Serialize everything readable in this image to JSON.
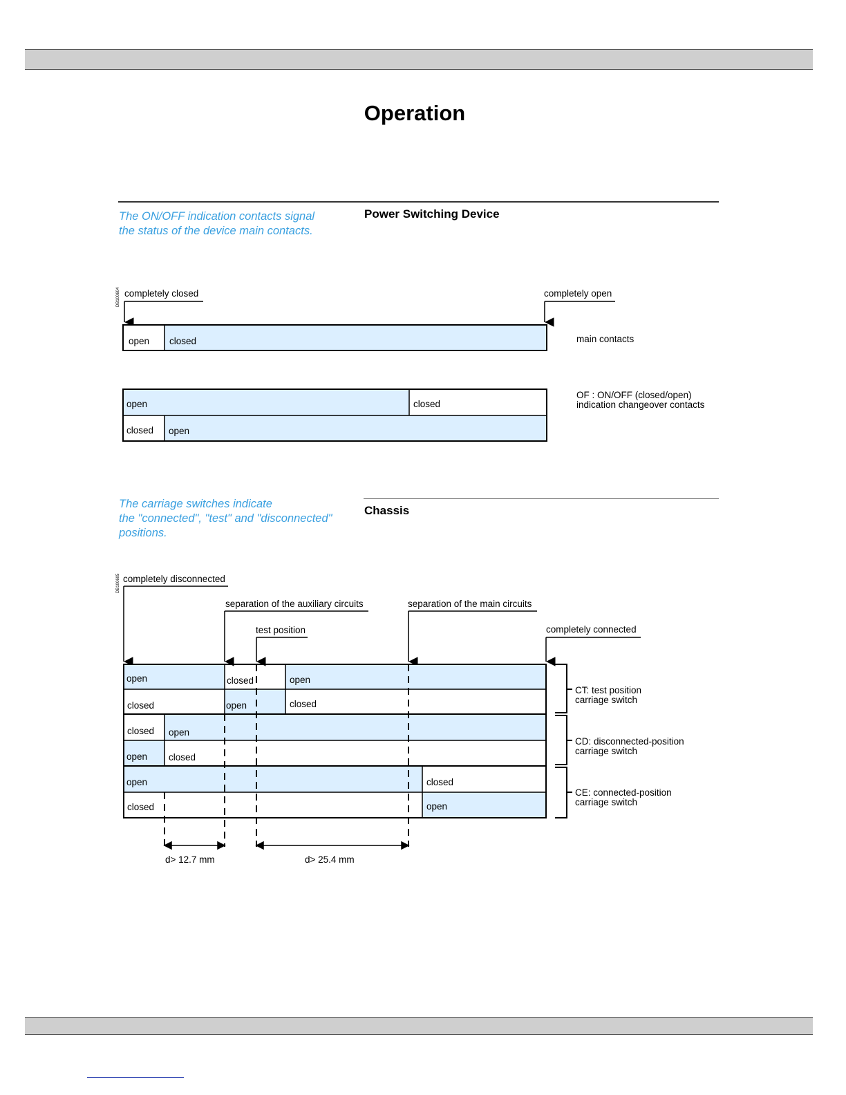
{
  "page": {
    "title": "Operation"
  },
  "power_section": {
    "note_line1": "The ON/OFF indication contacts signal",
    "note_line2": "the status of the device main contacts.",
    "title": "Power Switching Device",
    "fig_code": "DB100604",
    "arrow_left": "completely closed",
    "arrow_right": "completely open",
    "main_contacts": {
      "cell_a": "open",
      "cell_b": "closed",
      "label": "main contacts"
    },
    "of_row1": {
      "cell_a": "open",
      "cell_b": "closed"
    },
    "of_row2": {
      "cell_a": "closed",
      "cell_b": "open"
    },
    "of_label_line1": "OF : ON/OFF (closed/open)",
    "of_label_line2": "indication changeover contacts"
  },
  "chassis_section": {
    "note_line1": "The carriage switches indicate",
    "note_line2": "the \"connected\", \"test\" and \"disconnected\"",
    "note_line3": "positions.",
    "title": "Chassis",
    "fig_code": "DB100605",
    "arrow_disconnected": "completely disconnected",
    "arrow_aux": "separation of the auxiliary circuits",
    "arrow_test": "test position",
    "arrow_main": "separation of the main circuits",
    "arrow_connected": "completely connected",
    "rows": [
      {
        "a": "open",
        "b": "closed",
        "c": "open"
      },
      {
        "a": "closed",
        "b": "open",
        "c": "closed"
      },
      {
        "a": "closed",
        "b": "open"
      },
      {
        "a": "open",
        "b": "closed"
      },
      {
        "a": "open",
        "b": "closed"
      },
      {
        "a": "closed",
        "b": "open"
      }
    ],
    "ct_line1": "CT: test position",
    "ct_line2": "carriage switch",
    "cd_line1": "CD: disconnected-position",
    "cd_line2": "carriage switch",
    "ce_line1": "CE: connected-position",
    "ce_line2": "carriage switch",
    "dim1": "d> 12.7 mm",
    "dim2": "d> 25.4 mm"
  },
  "colors": {
    "fill": "#dcefff",
    "note": "#3aa0e0",
    "bar": "#cfcfcf"
  }
}
